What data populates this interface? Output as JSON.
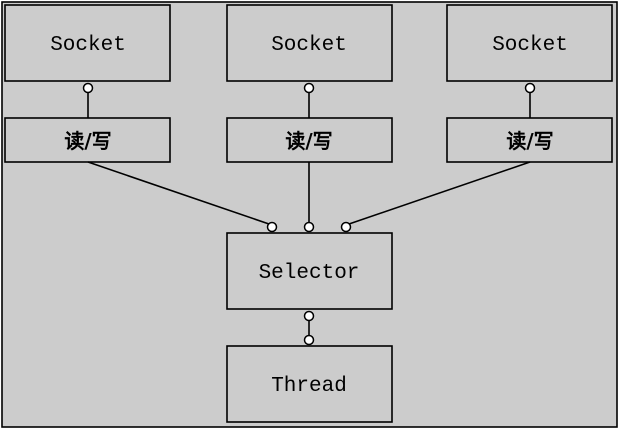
{
  "diagram": {
    "sockets": [
      {
        "label": "Socket"
      },
      {
        "label": "Socket"
      },
      {
        "label": "Socket"
      }
    ],
    "io_blocks": [
      {
        "label": "读/写"
      },
      {
        "label": "读/写"
      },
      {
        "label": "读/写"
      }
    ],
    "selector": {
      "label": "Selector"
    },
    "thread": {
      "label": "Thread"
    }
  }
}
